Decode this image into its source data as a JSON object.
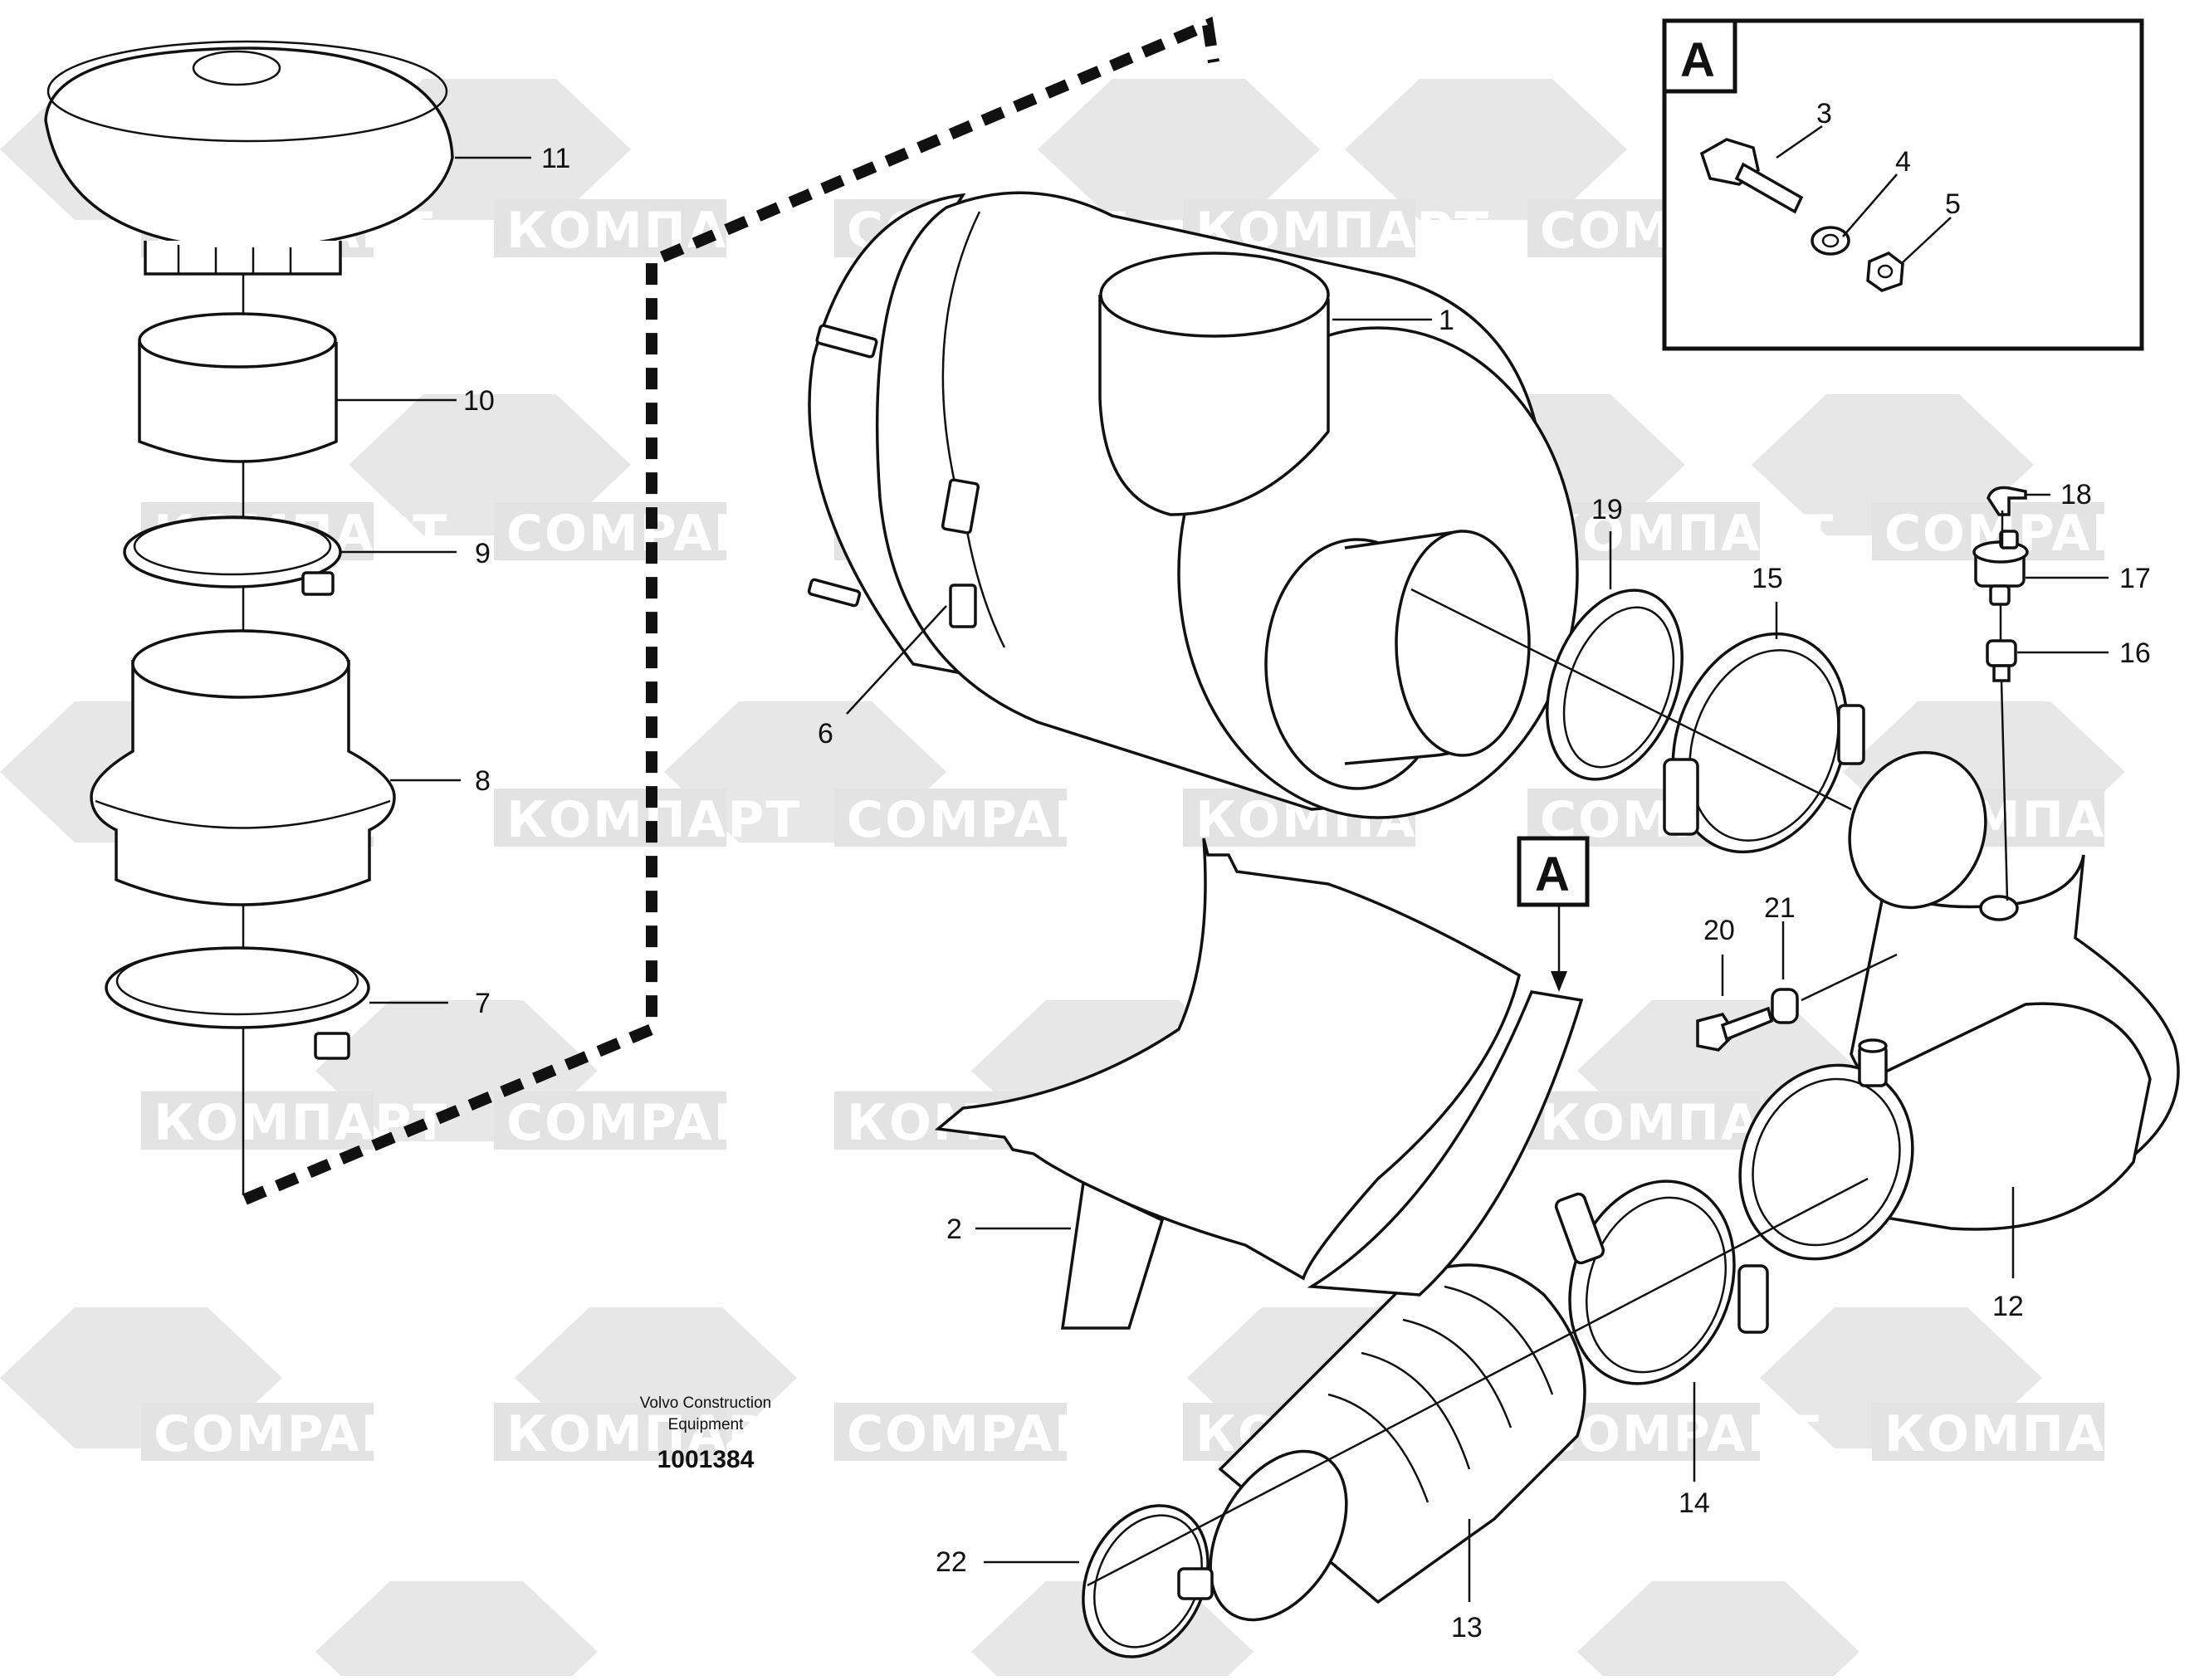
{
  "diagram": {
    "publisher_line1": "Volvo Construction",
    "publisher_line2": "Equipment",
    "drawing_number": "1001384",
    "detail_ref": "A",
    "callouts": [
      "1",
      "2",
      "3",
      "4",
      "5",
      "6",
      "7",
      "8",
      "9",
      "10",
      "11",
      "12",
      "13",
      "14",
      "15",
      "16",
      "17",
      "18",
      "19",
      "20",
      "21",
      "22"
    ],
    "watermark_latin": "COMPART",
    "watermark_cyrillic": "КОМПАРТ",
    "colors": {
      "line": "#111111",
      "watermark": "#e6e6e6",
      "background": "#ffffff"
    }
  }
}
